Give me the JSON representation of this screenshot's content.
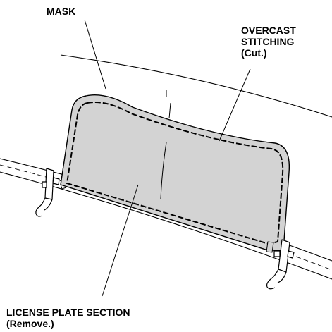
{
  "labels": {
    "mask": "MASK",
    "overcast_line1": "OVERCAST",
    "overcast_line2": "STITCHING",
    "overcast_line3": "(Cut.)",
    "plate_line1": "LICENSE PLATE SECTION",
    "plate_line2": "(Remove.)"
  },
  "colors": {
    "line": "#000000",
    "panel_fill": "#d3d3d3",
    "background": "#ffffff"
  }
}
